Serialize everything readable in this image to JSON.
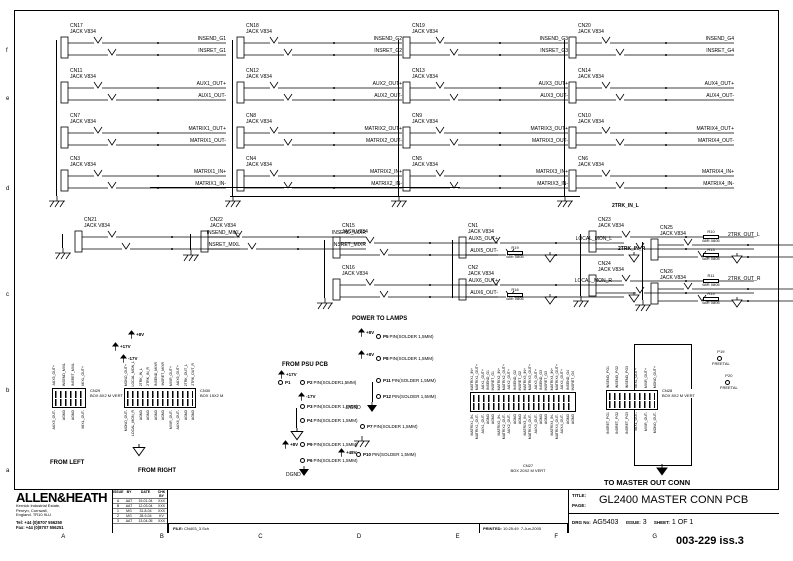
{
  "jack_type": "JACK V834",
  "doc_number": "003-229 iss.3",
  "border": {
    "bottom_letters": [
      "A",
      "B",
      "C",
      "D",
      "E",
      "F",
      "G"
    ],
    "left_letters": [
      "f",
      "e",
      "d",
      "c",
      "b",
      "a"
    ]
  },
  "top_jack_grid": {
    "columns": [
      {
        "connectors": [
          {
            "ref": "CN17",
            "signals": [
              "INSEND_G1",
              "INSRET_G1"
            ]
          },
          {
            "ref": "CN11",
            "signals": [
              "AUX1_OUT+",
              "AUX1_OUT-"
            ]
          },
          {
            "ref": "CN7",
            "signals": [
              "MATRIX1_OUT+",
              "MATRIX1_OUT-"
            ]
          },
          {
            "ref": "CN3",
            "signals": [
              "MATRIX1_IN+",
              "MATRIX1_IN-"
            ]
          }
        ]
      },
      {
        "connectors": [
          {
            "ref": "CN18",
            "signals": [
              "INSEND_G2",
              "INSRET_G2"
            ]
          },
          {
            "ref": "CN12",
            "signals": [
              "AUX2_OUT+",
              "AUX2_OUT-"
            ]
          },
          {
            "ref": "CN8",
            "signals": [
              "MATRIX2_OUT+",
              "MATRIX2_OUT-"
            ]
          },
          {
            "ref": "CN4",
            "signals": [
              "MATRIX2_IN+",
              "MATRIX2_IN-"
            ]
          }
        ]
      },
      {
        "connectors": [
          {
            "ref": "CN19",
            "signals": [
              "INSEND_G3",
              "INSRET_G3"
            ]
          },
          {
            "ref": "CN13",
            "signals": [
              "AUX3_OUT+",
              "AUX3_OUT-"
            ]
          },
          {
            "ref": "CN9",
            "signals": [
              "MATRIX3_OUT+",
              "MATRIX3_OUT-"
            ]
          },
          {
            "ref": "CN5",
            "signals": [
              "MATRIX3_IN+",
              "MATRIX3_IN-"
            ]
          }
        ]
      },
      {
        "connectors": [
          {
            "ref": "CN20",
            "signals": [
              "INSEND_G4",
              "INSRET_G4"
            ]
          },
          {
            "ref": "CN14",
            "signals": [
              "AUX4_OUT+",
              "AUX4_OUT-"
            ]
          },
          {
            "ref": "CN10",
            "signals": [
              "MATRIX4_OUT+",
              "MATRIX4_OUT-"
            ]
          },
          {
            "ref": "CN6",
            "signals": [
              "MATRIX4_IN+",
              "MATRIX4_IN-"
            ]
          }
        ]
      }
    ]
  },
  "mid_jacks": {
    "insert_left": {
      "ref": "CN21",
      "signals": [
        "INSEND_MIXL",
        "INSRET_MIXL"
      ]
    },
    "insert_right": {
      "ref": "CN22",
      "signals": [
        "INSEND_MIXR",
        "INSRET_MIXR"
      ]
    },
    "aux5": {
      "ref": "CN15",
      "signals": [
        "AUX5_OUT+",
        "AUX5_OUT-"
      ]
    },
    "aux6": {
      "ref": "CN16",
      "signals": [
        "AUX6_OUT+",
        "AUX6_OUT-"
      ]
    },
    "local_mon_l": {
      "ref": "CN1",
      "signal": "LOCAL_MON_L",
      "resistor": {
        "ref": "R19",
        "value": "68R 0805"
      }
    },
    "local_mon_r": {
      "ref": "CN2",
      "signal": "LOCAL_MON_R",
      "resistor": {
        "ref": "R16",
        "value": "68R 0805"
      }
    },
    "twotrk_in_l": {
      "ref": "CN23",
      "signal": "2TRK_IN_L"
    },
    "twotrk_in_r": {
      "ref": "CN24",
      "signal": "2TRK_IN_R"
    },
    "twotrk_out_l": {
      "ref": "CN25",
      "signal": "2TRK_OUT_L",
      "resistors": [
        {
          "ref": "R10",
          "value": "68R 0805"
        },
        {
          "ref": "R13",
          "value": "68R 0805"
        }
      ]
    },
    "twotrk_out_r": {
      "ref": "CN26",
      "signal": "2TRK_OUT_R",
      "resistors": [
        {
          "ref": "R11",
          "value": "68R 0805"
        },
        {
          "ref": "R14",
          "value": "68R 0805"
        }
      ]
    }
  },
  "power": {
    "heading_lamps": "POWER TO LAMPS",
    "heading_psu": "FROM PSU PCB",
    "dgnd": "DGND",
    "pins": [
      {
        "ref": "P5",
        "type": "PIN(SOLDER 1,5MM)",
        "rail": "+8V"
      },
      {
        "ref": "P8",
        "type": "PIN(SOLDER 1,5MM)",
        "rail": "+8V"
      },
      {
        "ref": "P11",
        "type": "PIN(SOLDER 1,5MM)",
        "rail": ""
      },
      {
        "ref": "P12",
        "type": "PIN(SOLDER 1,5MM)",
        "rail": ""
      },
      {
        "ref": "P1",
        "type": "",
        "rail": "+17V"
      },
      {
        "ref": "P2",
        "type": "PIN(SOLDER1,5MM)",
        "rail": "-17V"
      },
      {
        "ref": "P3",
        "type": "PIN(SOLDER 1,5MM)",
        "rail": ""
      },
      {
        "ref": "P4",
        "type": "PIN(SOLDER 1,5MM)",
        "rail": ""
      },
      {
        "ref": "P9",
        "type": "PIN(SOLDER 1,5MM)",
        "rail": "+8V"
      },
      {
        "ref": "P6",
        "type": "PIN(SOLDER 1,5MM)",
        "rail": ""
      },
      {
        "ref": "P7",
        "type": "PIN(SOLDER 1,5MM)",
        "rail": ""
      },
      {
        "ref": "P10",
        "type": "PIN(SOLDER 1,5MM)",
        "rail": "+48V"
      }
    ]
  },
  "idc": {
    "from_left": {
      "ref": "CN29",
      "type": "BOX 8X2 M VERT",
      "caption": "FROM LEFT",
      "top_signals": [
        "AUX5_OUT+",
        "INSEND_MIXL",
        "INSRET_MIXL",
        "MIXL_OUT+"
      ],
      "bottom_signals": [
        "AUX5_OUT-",
        "AGND",
        "AGND",
        "MIXL_OUT-"
      ]
    },
    "from_right": {
      "ref": "CN30",
      "type": "BOX 15X2 M",
      "caption": "FROM RIGHT",
      "rails": [
        "+8V",
        "+17V",
        "-17V"
      ],
      "top_signals": [
        "MONO_OUT+",
        "LOCAL_MON_L",
        "2TRK_IN_L",
        "2TRK_IN_R",
        "INSEND_MIXR",
        "INSRET_MIXR",
        "MIXR_OUT+",
        "AUX6_OUT+",
        "2TRK_OUT_L",
        "2TRK_OUT_R"
      ],
      "bottom_signals": [
        "MONO_OUT-",
        "LOCAL_MON_R",
        "AGND",
        "AGND",
        "AGND",
        "AGND",
        "MIXR_OUT-",
        "AUX6_OUT-",
        "AGND",
        "AGND"
      ]
    },
    "master_bus": {
      "ref": "CN27",
      "type": "BOX 20X2 M VERT",
      "top_signals": [
        "MATRIX1_IN+",
        "MATRIX1_OUT+",
        "AUX1_OUT+",
        "INSEND_G1",
        "INSRET_G1",
        "MATRIX2_IN+",
        "MATRIX2_OUT+",
        "AUX2_OUT+",
        "INSEND_G2",
        "INSRET_G2",
        "MATRIX3_IN+",
        "MATRIX3_OUT+",
        "AUX3_OUT+",
        "INSEND_G3",
        "INSRET_G3",
        "MATRIX4_IN+",
        "MATRIX4_OUT+",
        "AUX4_OUT+",
        "INSEND_G4",
        "INSRET_G4"
      ],
      "bottom_signals": [
        "MATRIX1_IN-",
        "MATRIX1_OUT-",
        "AUX1_OUT-",
        "AGND",
        "AGND",
        "MATRIX2_IN-",
        "MATRIX2_OUT-",
        "AUX2_OUT-",
        "AGND",
        "AGND",
        "MATRIX3_IN-",
        "MATRIX3_OUT-",
        "AUX3_OUT-",
        "AGND",
        "AGND",
        "MATRIX4_IN-",
        "MATRIX4_OUT-",
        "AUX4_OUT-",
        "AGND",
        "AGND"
      ]
    },
    "master_out": {
      "ref": "CN28",
      "type": "BOX 8X2 M VERT",
      "caption": "TO MASTER OUT CONN",
      "top_signals": [
        "INSEND_PG1",
        "INSEND_PG2",
        "INSEND_PG3",
        "MIXL_OUT+",
        "MIXR_OUT+",
        "MONO_OUT+"
      ],
      "bottom_signals": [
        "INSRET_PG1",
        "INSRET_PG2",
        "INSRET_PG3",
        "MIXL_OUT-",
        "MIXR_OUT-",
        "MONO_OUT-"
      ]
    }
  },
  "chassis_pins": [
    {
      "ref": "P19",
      "label": "FREETAL"
    },
    {
      "ref": "P20",
      "label": "FREETAL"
    }
  ],
  "title_block": {
    "logo": "ALLEN&HEATH",
    "address_lines": [
      "Kernick Industrial Estate,",
      "Penryn, Cornwall,",
      "England. TR10 9LU"
    ],
    "tel": "Tel:  +44 (0)8707 556250",
    "fax": "Fax:  +44 (0)8707 556251",
    "rev_headers": {
      "issue": "ISSUE",
      "by": "BY",
      "date": "DATE",
      "chk": "CHK BY"
    },
    "revisions": [
      {
        "issue": "A",
        "by": "AAT",
        "date": "19-01-04",
        "chk": "XXX"
      },
      {
        "issue": "B",
        "by": "AAT",
        "date": "12-03-04",
        "chk": "XXX"
      },
      {
        "issue": "1",
        "by": "MG",
        "date": "31-8-04",
        "chk": "XXX"
      },
      {
        "issue": "2",
        "by": "MG",
        "date": "28-9-04",
        "chk": "KV"
      },
      {
        "issue": "3",
        "by": "AAT",
        "date": "13-04-05",
        "chk": "XXX"
      }
    ],
    "file_label": "FILE:",
    "file": "CN403_3.Sch",
    "printed_label": "PRINTED:",
    "printed_time": "10:25:49",
    "printed_date": "7-Jun-2005",
    "title_label": "TITLE:",
    "title": "GL2400 MASTER CONN PCB",
    "page_label": "PAGE:",
    "drg_label": "DRG No:",
    "drg_no": "AG5403",
    "issue_label": "ISSUE:",
    "issue": "3",
    "sheet_label": "SHEET:",
    "sheet": "1 OF 1"
  }
}
